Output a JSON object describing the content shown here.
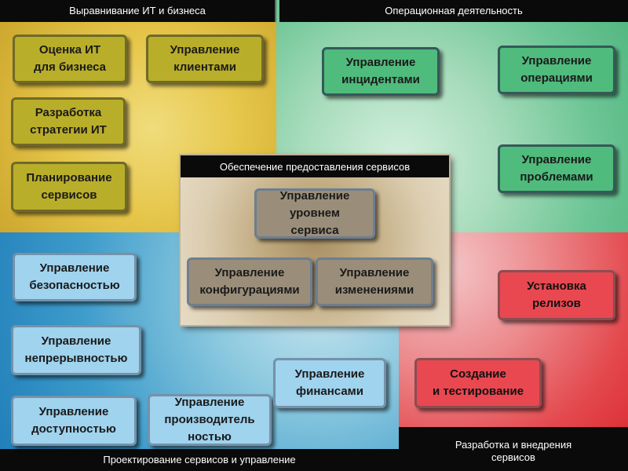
{
  "quadrants": {
    "top_left_title": "Выравнивание ИТ и бизнеса",
    "top_right_title": "Операционная деятельность",
    "bottom_left_title": "Проектирование сервисов и управление",
    "bottom_right_title": "Разработка и внедрения\nсервисов",
    "center_title": "Обеспечение предоставления сервисов"
  },
  "boxes": {
    "it_assessment": "Оценка ИТ\nдля бизнеса",
    "customer_mgmt": "Управление\nклиентами",
    "it_strategy": "Разработка\nстратегии ИТ",
    "service_planning": "Планирование\nсервисов",
    "incident_mgmt": "Управление\nинцидентами",
    "operations_mgmt": "Управление\nоперациями",
    "problem_mgmt": "Управление\nпроблемами",
    "service_level_mgmt": "Управление\nуровнем\nсервиса",
    "configuration_mgmt": "Управление\nконфигурациями",
    "change_mgmt": "Управление\nизменениями",
    "security_mgmt": "Управление\nбезопасностью",
    "continuity_mgmt": "Управление\nнепрерывностью",
    "availability_mgmt": "Управление\nдоступностью",
    "capacity_mgmt": "Управление\nпроизводитель\nностью",
    "financial_mgmt": "Управление\nфинансами",
    "release_install": "Установка\nрелизов",
    "build_test": "Создание\nи тестирование"
  },
  "colors": {
    "yellow_zone": "#e6c64a",
    "green_zone": "#6cc595",
    "blue_zone": "#3e9ccb",
    "red_zone": "#e3484d",
    "olive_box": "#b9ae29",
    "green_box": "#4fbb7c",
    "blue_box": "#9fd3ee",
    "red_box": "#e94850",
    "gray_box": "#9a8e7a"
  }
}
